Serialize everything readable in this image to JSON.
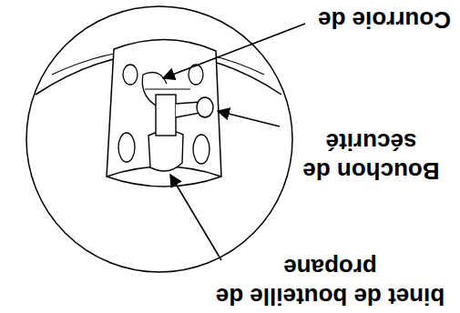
{
  "diagram": {
    "labels": [
      "binet de bouteille de propane",
      "Bouchon de sécurité",
      "Courroie de"
    ]
  }
}
